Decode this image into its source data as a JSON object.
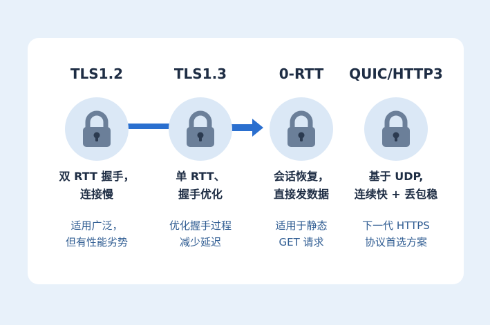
{
  "stages": [
    {
      "title": "TLS1.2",
      "headline": [
        "双 RTT 握手，",
        "连接慢"
      ],
      "desc": [
        "适用广泛，",
        "但有性能劣势"
      ]
    },
    {
      "title": "TLS1.3",
      "headline": [
        "单 RTT、",
        "握手优化"
      ],
      "desc": [
        "优化握手过程",
        "减少延迟"
      ]
    },
    {
      "title": "0-RTT",
      "headline": [
        "会话恢复，",
        "直接发数据"
      ],
      "desc": [
        "适用于静态",
        "GET 请求"
      ]
    },
    {
      "title": "QUIC/HTTP3",
      "headline": [
        "基于 UDP,",
        "连续快 + 丢包稳"
      ],
      "desc": [
        "下一代 HTTPS",
        "协议首选方案"
      ]
    }
  ],
  "icons": {
    "lock": "lock-icon",
    "arrow": "arrow-right-icon"
  },
  "colors": {
    "background": "#e8f1fa",
    "card": "#ffffff",
    "lock_circle": "#dbe8f6",
    "lock_body": "#6b7f99",
    "connector": "#2a6fcf",
    "title": "#1e2d44",
    "desc": "#2f5c92"
  }
}
